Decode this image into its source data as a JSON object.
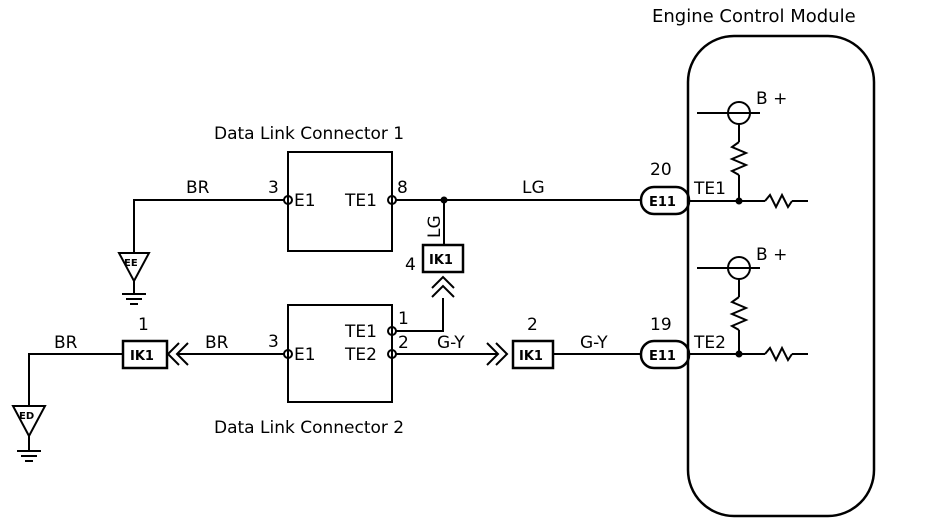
{
  "ecm": {
    "title": "Engine Control Module"
  },
  "dlc1": {
    "title": "Data Link Connector 1",
    "pin_e1": "E1",
    "pin_te1": "TE1",
    "pin_e1_no": "3",
    "pin_te1_no": "8"
  },
  "dlc2": {
    "title": "Data Link Connector 2",
    "pin_e1": "E1",
    "pin_te1": "TE1",
    "pin_te2": "TE2",
    "pin_e1_no": "3",
    "pin_te1_no": "1",
    "pin_te2_no": "2"
  },
  "wires": {
    "br_ee": "BR",
    "br_left": "BR",
    "br_mid": "BR",
    "lg_top": "LG",
    "lg_vertical": "LG",
    "gy_mid": "G-Y",
    "gy_right": "G-Y"
  },
  "connectors": {
    "ik1_top": {
      "label": "IK1",
      "pin": "4"
    },
    "ik1_left": {
      "label": "IK1",
      "pin": "1"
    },
    "ik1_mid": {
      "label": "IK1",
      "pin": "2"
    },
    "e11_te1": {
      "label": "E11",
      "pin": "20"
    },
    "e11_te2": {
      "label": "E11",
      "pin": "19"
    }
  },
  "ecm_pins": {
    "te1": "TE1",
    "te2": "TE2"
  },
  "power": {
    "bplus_1": "B +",
    "bplus_2": "B +"
  },
  "grounds": {
    "ee": "EE",
    "ed": "ED"
  }
}
